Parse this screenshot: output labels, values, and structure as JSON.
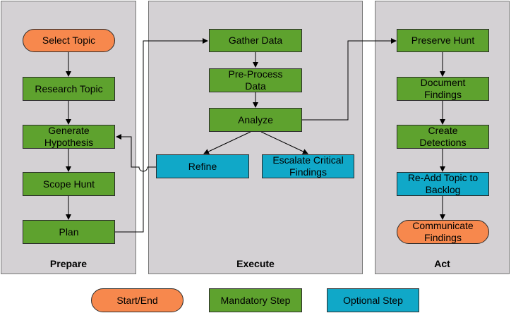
{
  "panels": {
    "prepare": {
      "label": "Prepare"
    },
    "execute": {
      "label": "Execute"
    },
    "act": {
      "label": "Act"
    }
  },
  "nodes": {
    "select_topic": "Select Topic",
    "research_topic": "Research Topic",
    "generate_hypothesis": "Generate\nHypothesis",
    "scope_hunt": "Scope Hunt",
    "plan": "Plan",
    "gather_data": "Gather Data",
    "preprocess_data": "Pre-Process\nData",
    "analyze": "Analyze",
    "refine": "Refine",
    "escalate": "Escalate Critical\nFindings",
    "preserve_hunt": "Preserve Hunt",
    "document_findings": "Document\nFindings",
    "create_detections": "Create\nDetections",
    "readd_topic": "Re-Add Topic to\nBacklog",
    "communicate_findings": "Communicate\nFindings"
  },
  "legend": {
    "start_end": "Start/End",
    "mandatory": "Mandatory Step",
    "optional": "Optional Step"
  },
  "colors": {
    "start_end": "#f7884d",
    "mandatory": "#5ea22e",
    "optional": "#10a8c8",
    "panel": "#d4d1d4"
  }
}
